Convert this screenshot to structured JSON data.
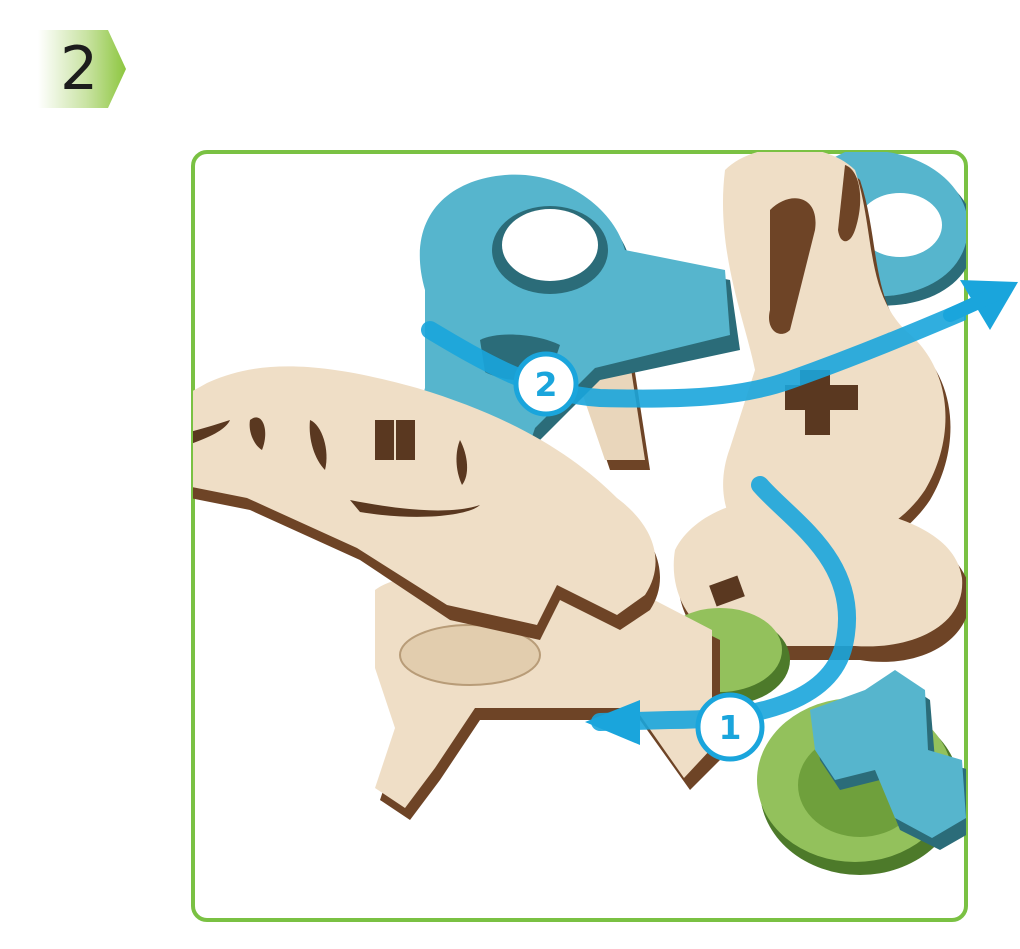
{
  "step": {
    "number": "2",
    "badge_color": "#8dc63f"
  },
  "frame": {
    "border_color": "#7ac143"
  },
  "callouts": [
    {
      "id": "1",
      "label": "1"
    },
    {
      "id": "2",
      "label": "2"
    }
  ],
  "colors": {
    "arrow_blue": "#1aa5dc",
    "wood_face": "#eddcc4",
    "wood_edge": "#7a4e2c",
    "blue_part": "#4ab2cc",
    "green_part": "#8dbb55"
  }
}
